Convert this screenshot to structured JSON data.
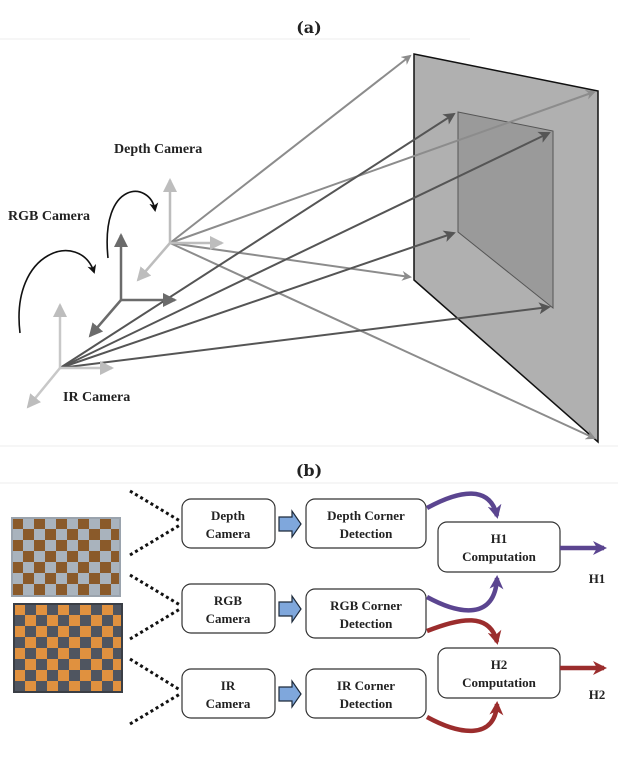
{
  "panel_a": {
    "title": "(a)",
    "cameras": {
      "depth": "Depth Camera",
      "rgb": "RGB Camera",
      "ir": "IR Camera"
    }
  },
  "panel_b": {
    "title": "(b)",
    "cameras": [
      "Depth",
      "Camera",
      "RGB",
      "Camera",
      "IR",
      "Camera"
    ],
    "camera_boxes": [
      {
        "line1": "Depth",
        "line2": "Camera"
      },
      {
        "line1": "RGB",
        "line2": "Camera"
      },
      {
        "line1": "IR",
        "line2": "Camera"
      }
    ],
    "detection_boxes": [
      {
        "line1": "Depth Corner",
        "line2": "Detection"
      },
      {
        "line1": "RGB Corner",
        "line2": "Detection"
      },
      {
        "line1": "IR Corner",
        "line2": "Detection"
      }
    ],
    "computation_boxes": [
      {
        "line1": "H1",
        "line2": "Computation"
      },
      {
        "line1": "H2",
        "line2": "Computation"
      }
    ],
    "outputs": [
      "H1",
      "H2"
    ],
    "images": [
      "checkerboard-depth-image",
      "checkerboard-rgb-image"
    ]
  },
  "colors": {
    "h1_arrow": "#5b4590",
    "h2_arrow": "#9b2d2d",
    "block_arrow": "#7fa7dc",
    "board_dark_amber": "#8a5a2a",
    "board_light_gray": "#a9b3bd",
    "board_orange": "#e0913f",
    "board_slate": "#4f5560",
    "plane_outer": "#b0b0b0",
    "plane_inner": "#9a9a9a"
  }
}
